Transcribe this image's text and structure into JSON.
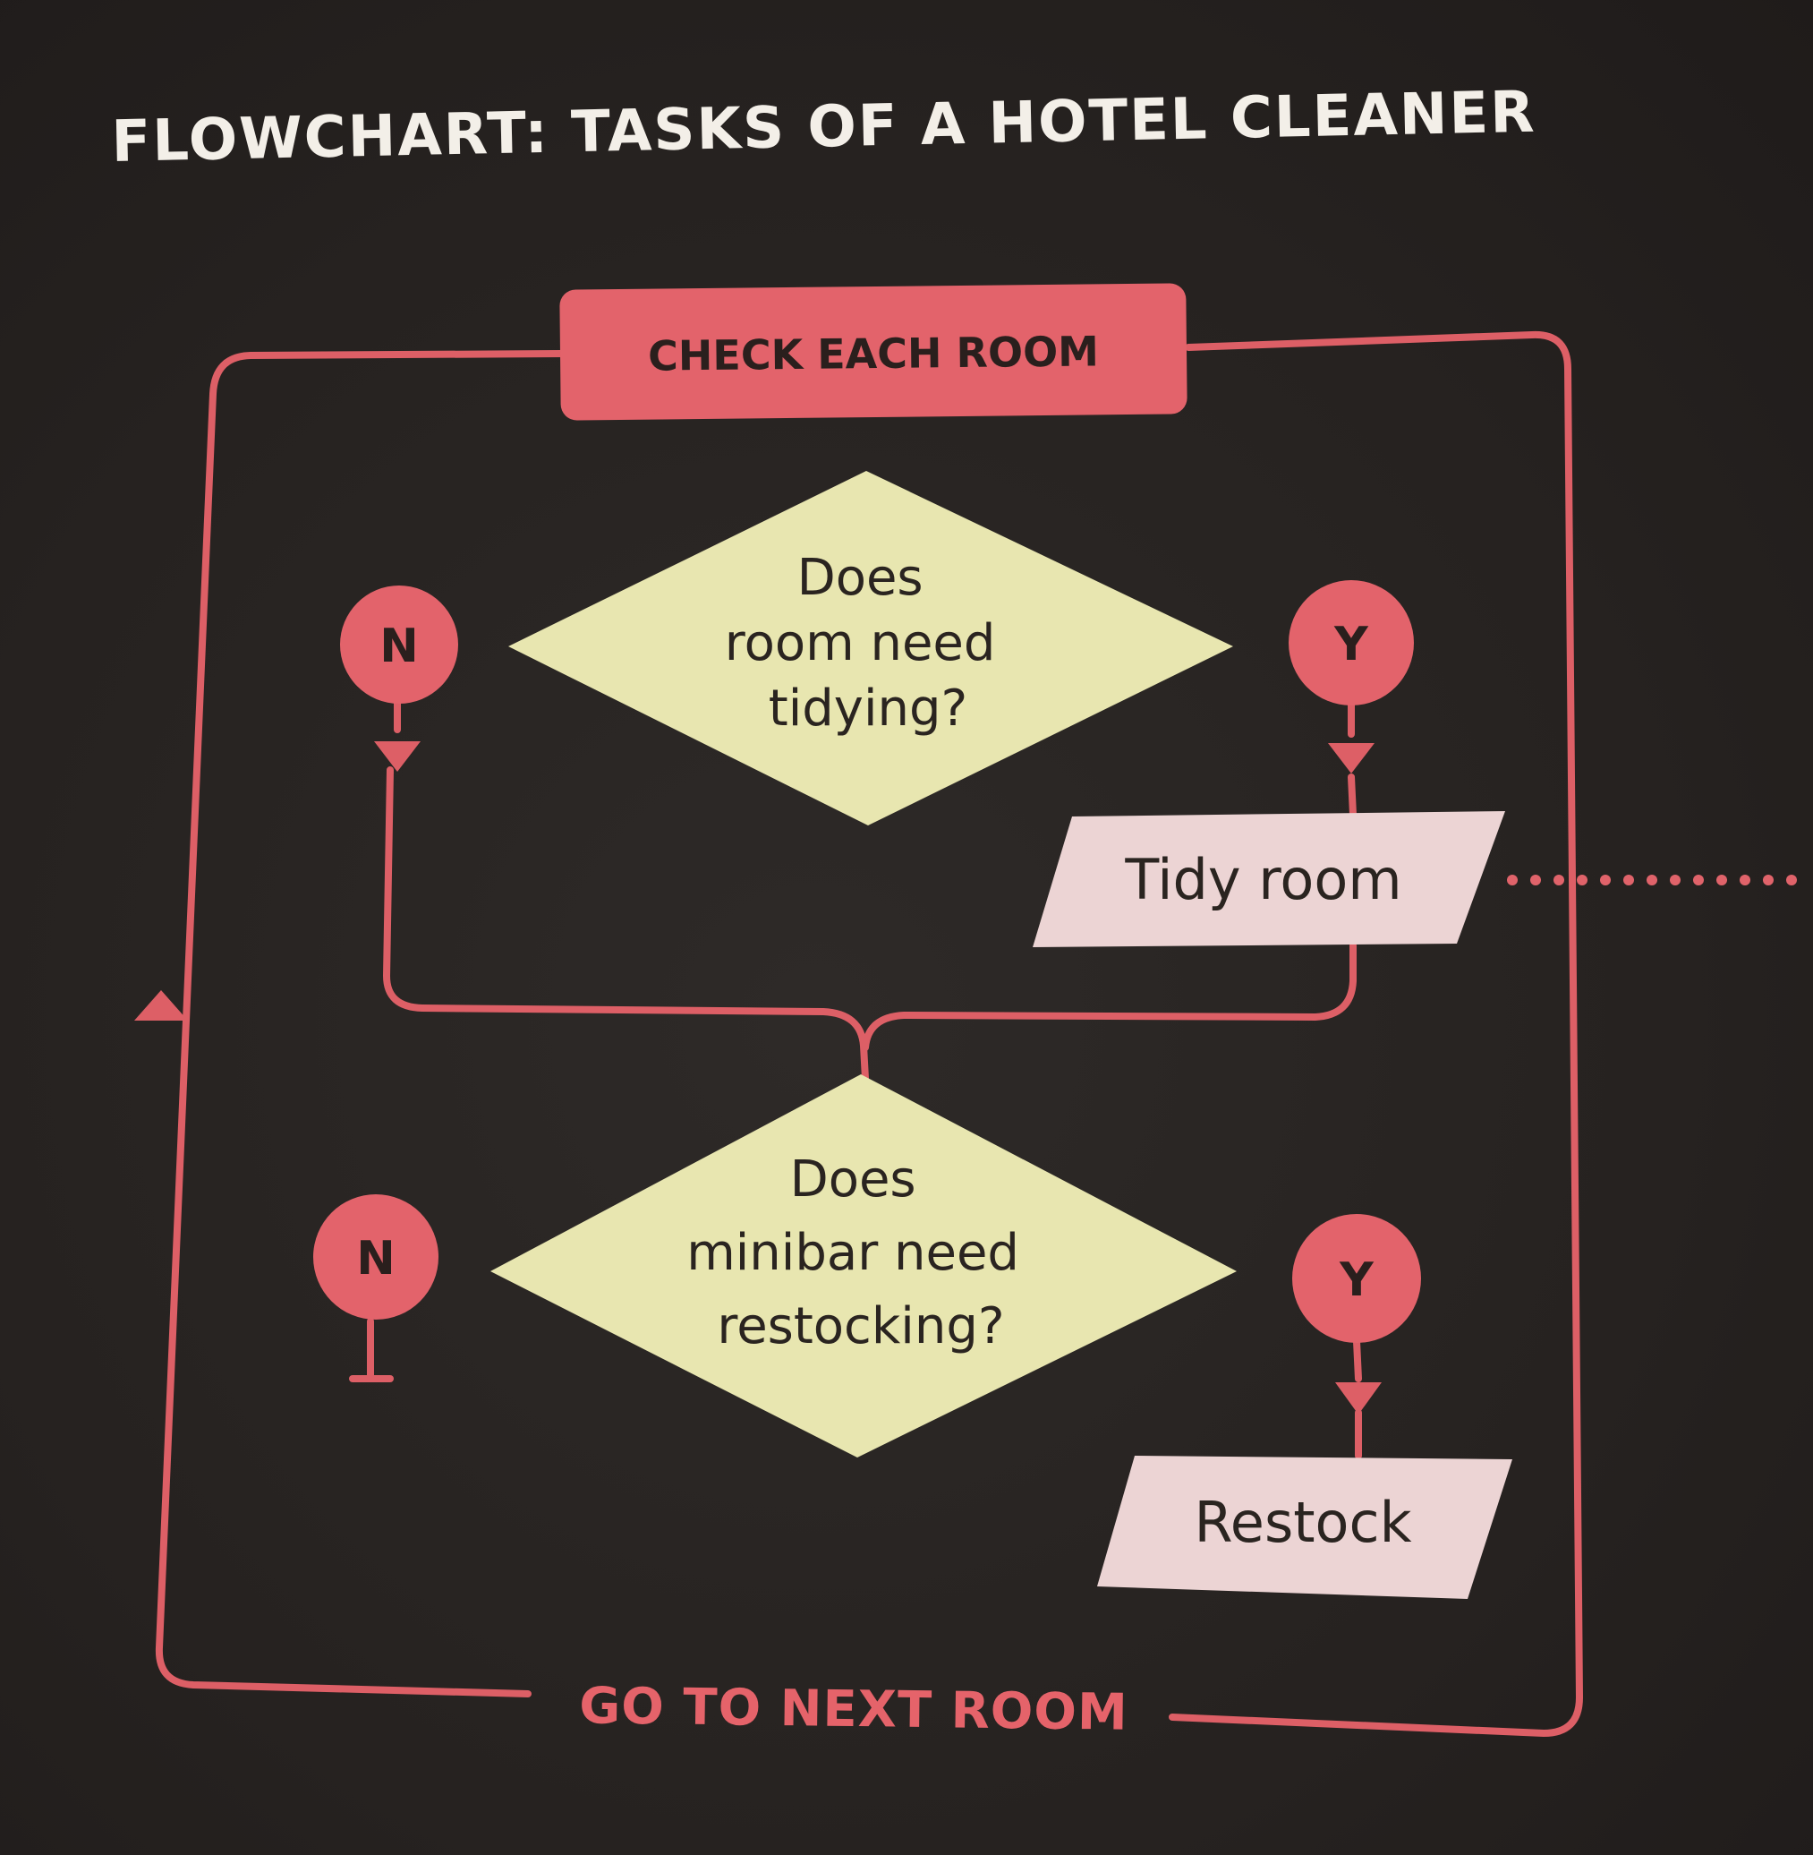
{
  "title": "FLOWCHART: TASKS OF A HOTEL CLEANER",
  "nodes": {
    "start": {
      "label": "CHECK EACH ROOM"
    },
    "decision_tidy": {
      "lines": [
        "Does",
        "room need",
        "tidying?"
      ]
    },
    "decision_minibar": {
      "lines": [
        "Does",
        "minibar need",
        "restocking?"
      ]
    },
    "action_tidy": {
      "label": "Tidy room"
    },
    "action_restock": {
      "label": "Restock"
    },
    "loop": {
      "label": "GO TO NEXT ROOM"
    }
  },
  "branches": {
    "tidy_no": "N",
    "tidy_yes": "Y",
    "minibar_no": "N",
    "minibar_yes": "Y"
  },
  "colors": {
    "background": "#262220",
    "line": "#dd5f66",
    "start_box": "#e3636b",
    "diamond": "#e8e6b0",
    "parallelogram": "#ecd4d4",
    "title": "#f3efe8"
  }
}
